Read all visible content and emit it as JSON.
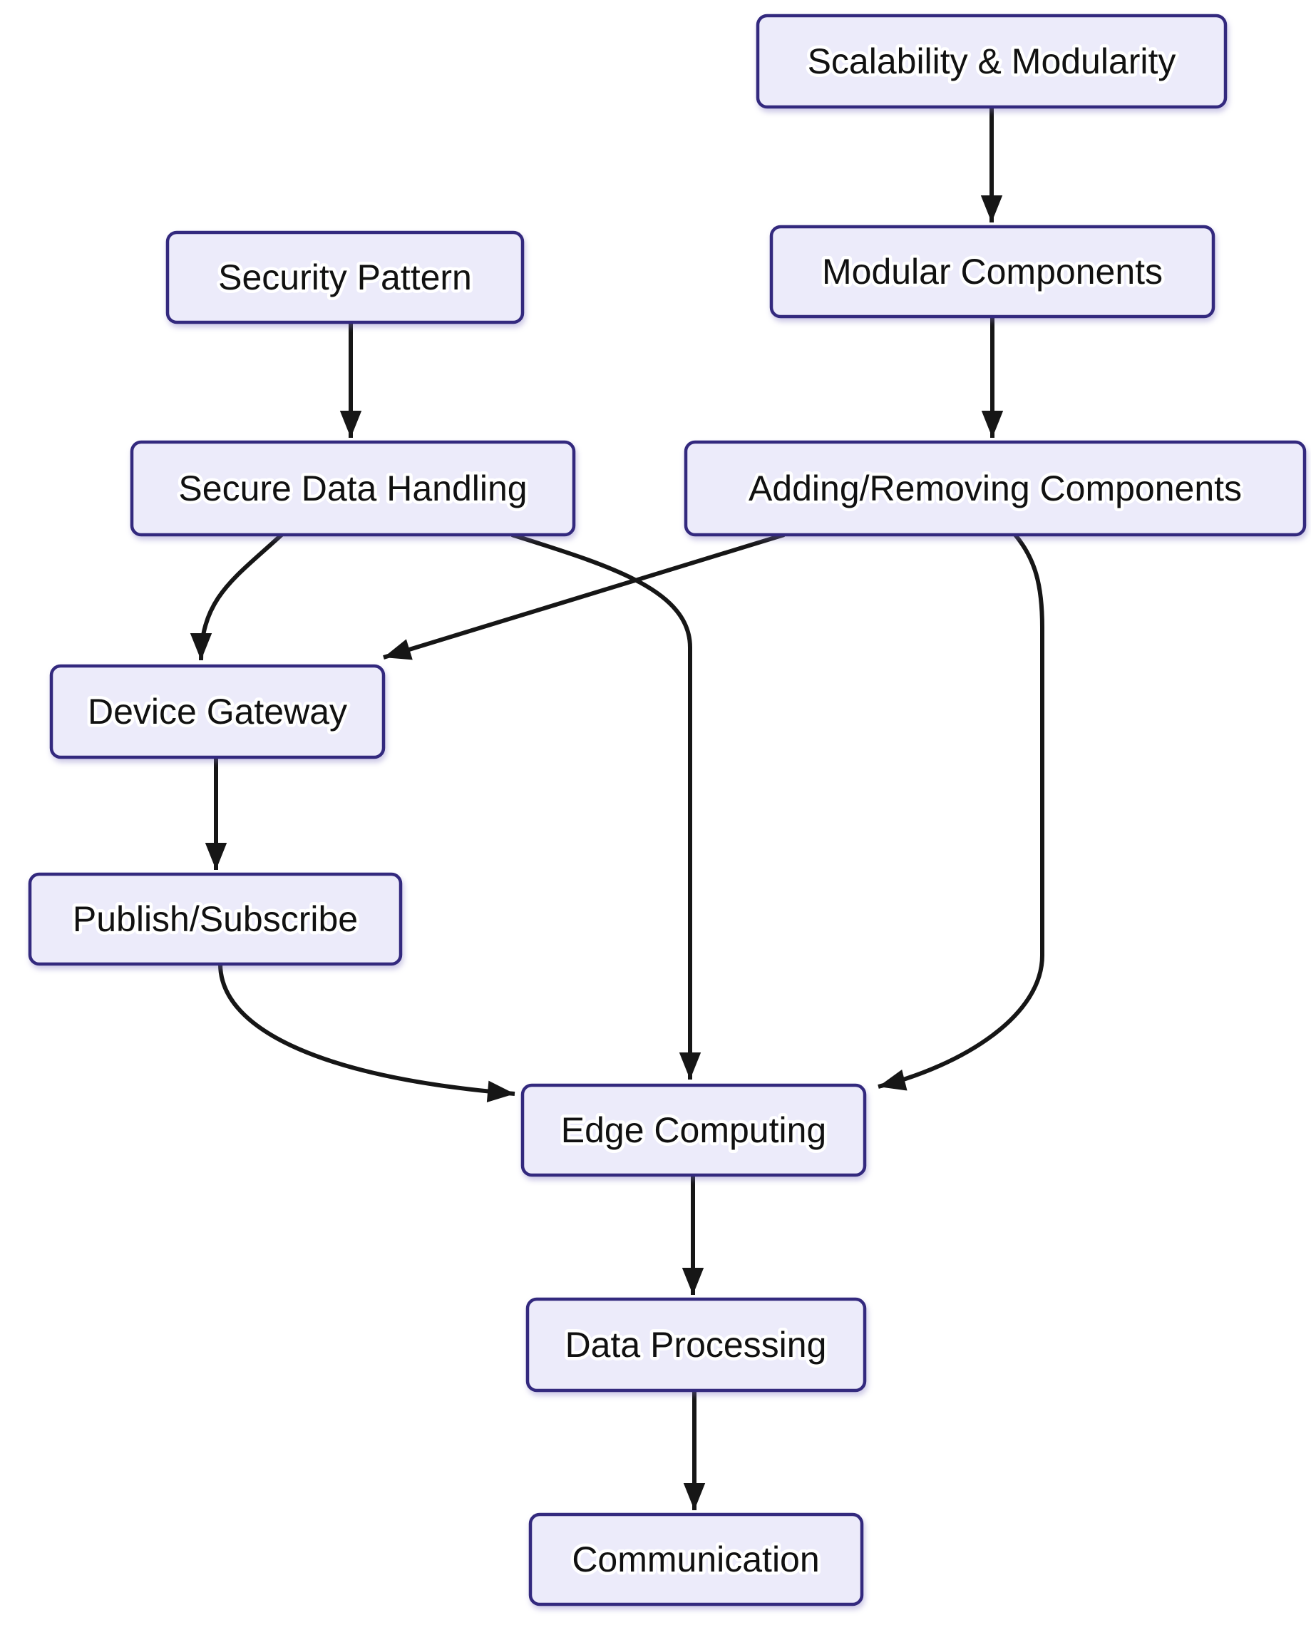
{
  "diagram": {
    "type": "flowchart",
    "direction": "top-down",
    "nodes": [
      {
        "id": "scalability",
        "label": "Scalability & Modularity"
      },
      {
        "id": "modular",
        "label": "Modular Components"
      },
      {
        "id": "security",
        "label": "Security Pattern"
      },
      {
        "id": "secure_data",
        "label": "Secure Data Handling"
      },
      {
        "id": "adding_removing",
        "label": "Adding/Removing Components"
      },
      {
        "id": "device_gateway",
        "label": "Device Gateway"
      },
      {
        "id": "publish_subscribe",
        "label": "Publish/Subscribe"
      },
      {
        "id": "edge_computing",
        "label": "Edge Computing"
      },
      {
        "id": "data_processing",
        "label": "Data Processing"
      },
      {
        "id": "communication",
        "label": "Communication"
      }
    ],
    "edges": [
      {
        "from": "scalability",
        "to": "modular"
      },
      {
        "from": "modular",
        "to": "adding_removing"
      },
      {
        "from": "security",
        "to": "secure_data"
      },
      {
        "from": "secure_data",
        "to": "device_gateway"
      },
      {
        "from": "adding_removing",
        "to": "device_gateway"
      },
      {
        "from": "secure_data",
        "to": "edge_computing"
      },
      {
        "from": "adding_removing",
        "to": "edge_computing"
      },
      {
        "from": "device_gateway",
        "to": "publish_subscribe"
      },
      {
        "from": "publish_subscribe",
        "to": "edge_computing"
      },
      {
        "from": "edge_computing",
        "to": "data_processing"
      },
      {
        "from": "data_processing",
        "to": "communication"
      }
    ],
    "colors": {
      "node_fill": "#ECEBFA",
      "node_border": "#33297E",
      "edge_line": "#161616",
      "text": "#111111",
      "background": "#ffffff"
    }
  }
}
